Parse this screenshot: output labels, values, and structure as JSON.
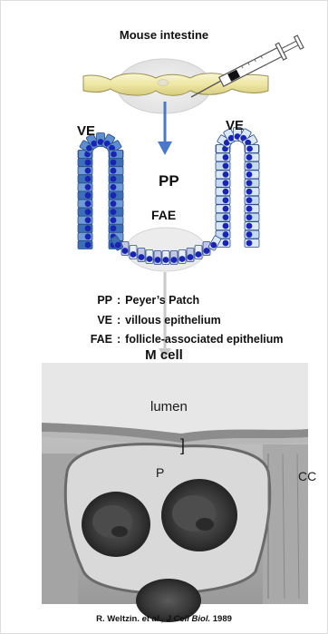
{
  "title": "Mouse intestine",
  "labels": {
    "ve_left": "VE",
    "ve_right": "VE",
    "pp": "PP",
    "fae": "FAE"
  },
  "legend": [
    {
      "abbr": "PP",
      "separator": ":",
      "description": "Peyer’s Patch"
    },
    {
      "abbr": "VE",
      "separator": ":",
      "description": "villous epithelium"
    },
    {
      "abbr": "FAE",
      "separator": ":",
      "description": "follicle-associated epithelium"
    }
  ],
  "micrograph": {
    "title": "M cell",
    "lumen_label": "lumen",
    "p_label": "P",
    "cc_label": "CC",
    "bracket": "]"
  },
  "citation": {
    "author": "R. Weltzin.",
    "etal": "et al.,",
    "journal": "J Cell Biol.",
    "year": "1989"
  },
  "colors": {
    "intestine_fill": "#efe7a4",
    "arrow": "#4a78c8",
    "cell_dark": "#3c6fb8",
    "cell_light": "#dbe8f7",
    "nucleus": "#1a24b4"
  }
}
